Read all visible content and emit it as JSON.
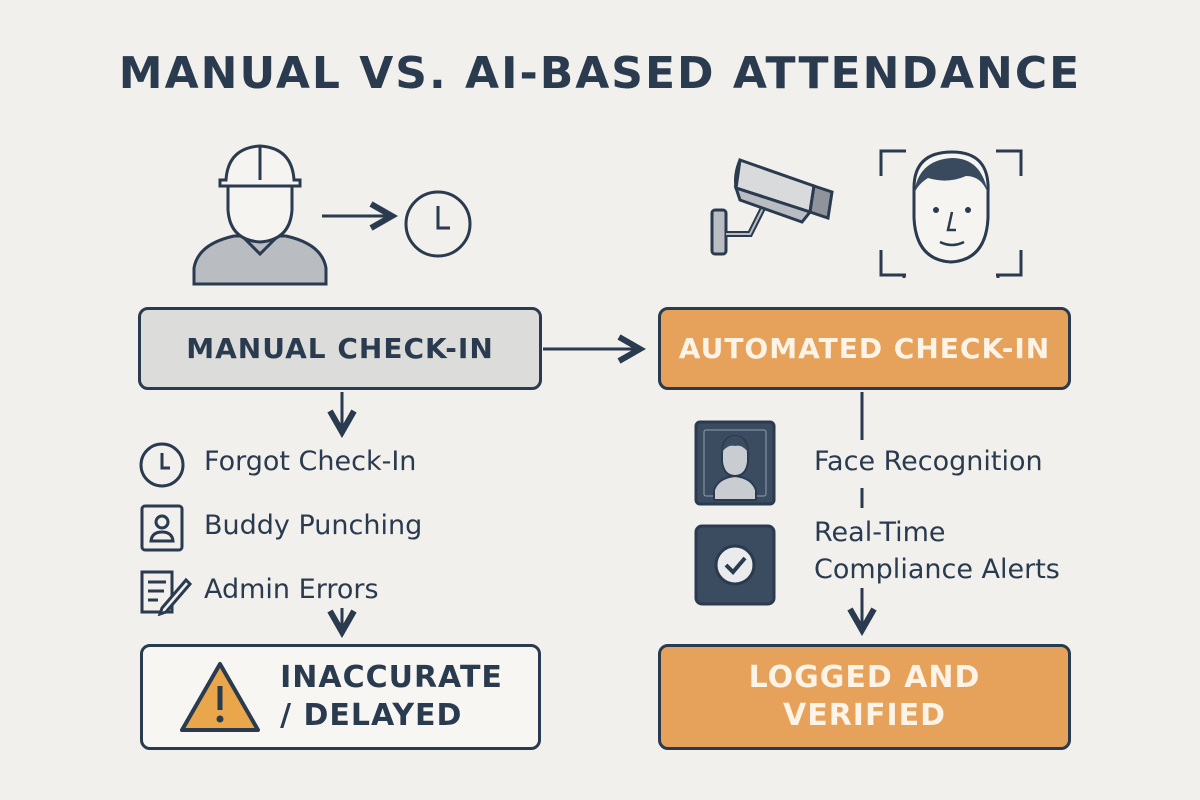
{
  "title": "MANUAL VS. AI-BASED ATTENDANCE",
  "manual": {
    "box_label": "MANUAL CHECK-IN",
    "issues": [
      {
        "label": "Forgot Check-In",
        "icon": "clock-icon"
      },
      {
        "label": "Buddy Punching",
        "icon": "id-badge-icon"
      },
      {
        "label": "Admin Errors",
        "icon": "document-pen-icon"
      }
    ],
    "outcome_line1": "INACCURATE",
    "outcome_line2": "/ DELAYED",
    "outcome_icon": "warning-icon"
  },
  "automated": {
    "box_label": "AUTOMATED CHECK-IN",
    "features": [
      {
        "label": "Face Recognition",
        "icon": "face-scan-icon"
      },
      {
        "label_line1": "Real-Time",
        "label_line2": "Compliance Alerts",
        "icon": "check-badge-icon"
      }
    ],
    "outcome_line1": "LOGGED AND",
    "outcome_line2": "VERIFIED"
  },
  "colors": {
    "background": "#f1f0ec",
    "ink": "#2a3a4f",
    "accent_orange": "#e6a15a",
    "manual_gray": "#dcdddb",
    "warning_yellow": "#e9a64b"
  }
}
